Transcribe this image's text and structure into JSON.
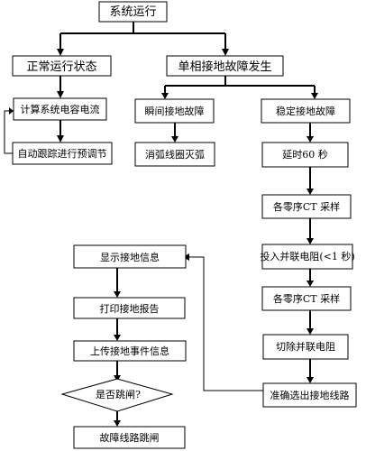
{
  "nodes": {
    "system_run": "系统运行",
    "normal_state": "正常运行状态",
    "calc_capacitance": "计算系统电容电流",
    "auto_track": "自动跟踪进行预调节",
    "single_phase_fault": "单相接地故障发生",
    "transient_fault": "瞬间接地故障",
    "arc_suppression": "消弧线圈灭弧",
    "stable_fault": "稳定接地故障",
    "delay_60s": "延时60 秒",
    "zero_seq_sample_1": "各零序CT 采样",
    "insert_parallel_resistor": "投入并联电阻(<1 秒)",
    "zero_seq_sample_2": "各零序CT 采样",
    "cut_parallel_resistor": "切除并联电阻",
    "select_fault_line": "准确选出接地线路",
    "show_ground_info": "显示接地信息",
    "print_ground_report": "打印接地报告",
    "upload_ground_event": "上传接地事件信息",
    "trip_decision": "是否跳闸?",
    "trip_fault_line": "故障线路跳闸"
  }
}
